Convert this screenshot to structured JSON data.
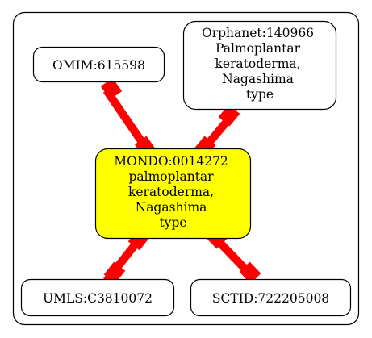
{
  "colors": {
    "edge": "#ff0000",
    "center_fill": "#ffff00",
    "node_fill": "#ffffff",
    "stroke": "#000000",
    "background": "#ffffff"
  },
  "nodes": {
    "omim": {
      "lines": [
        "OMIM:615598"
      ]
    },
    "orphanet": {
      "lines": [
        "Orphanet:140966",
        "Palmoplantar",
        "keratoderma,",
        "Nagashima",
        "type"
      ]
    },
    "mondo": {
      "lines": [
        "MONDO:0014272",
        "palmoplantar",
        "keratoderma,",
        "Nagashima",
        "type"
      ]
    },
    "umls": {
      "lines": [
        "UMLS:C3810072"
      ]
    },
    "sctid": {
      "lines": [
        "SCTID:722205008"
      ]
    }
  }
}
